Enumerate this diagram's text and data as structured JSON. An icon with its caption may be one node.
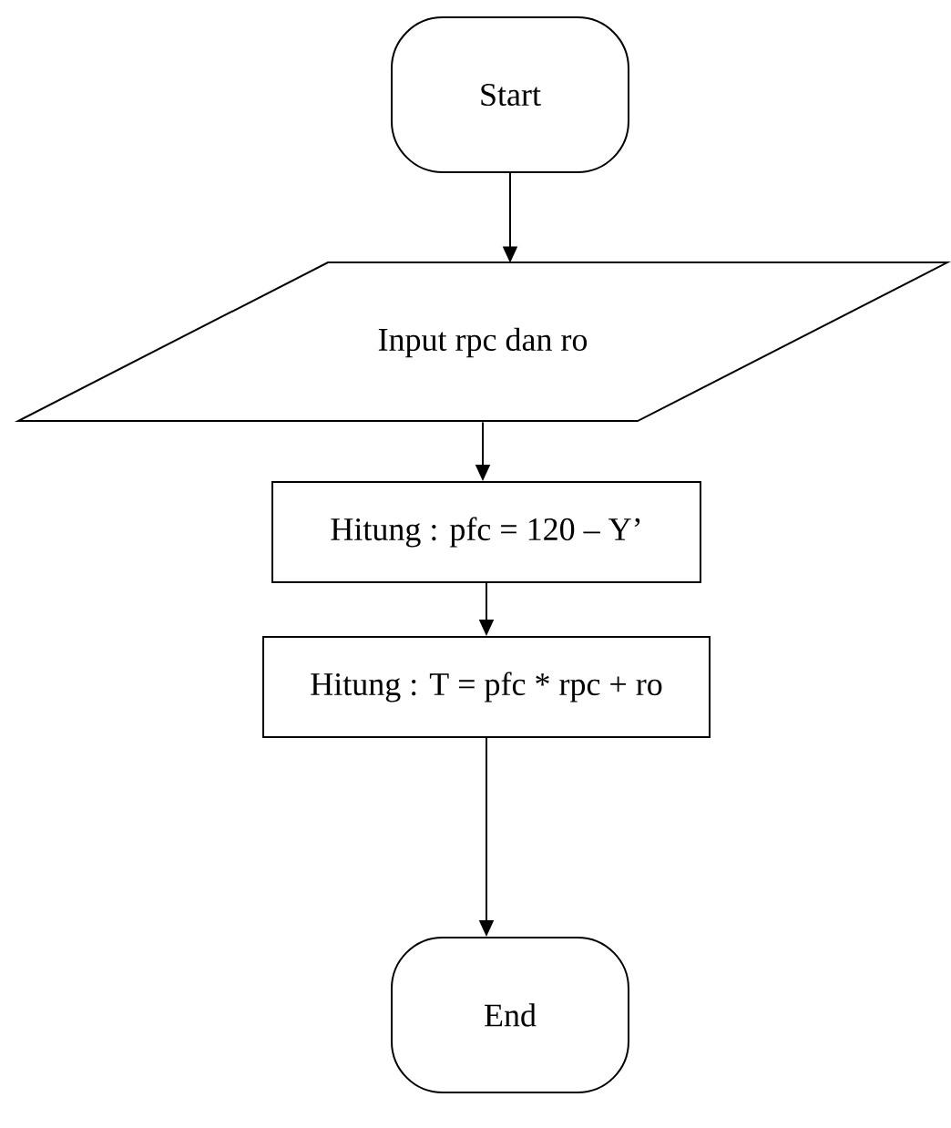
{
  "diagram": {
    "nodes": [
      {
        "text": [
          "Start"
        ]
      },
      {
        "text": [
          "Input rpc dan ro"
        ]
      },
      {
        "text": [
          "Hitung : pfc = 120 – Y’"
        ]
      },
      {
        "text": [
          "Hitung : T = pfc * rpc + ro"
        ]
      },
      {
        "text": [
          "End"
        ]
      }
    ],
    "edges": [
      {
        "from": 0,
        "to": 1,
        "arrow": "to"
      },
      {
        "from": 1,
        "to": 2,
        "arrow": "to"
      },
      {
        "from": 2,
        "to": 3,
        "arrow": "to"
      },
      {
        "from": 3,
        "to": 4,
        "arrow": "to"
      }
    ]
  }
}
